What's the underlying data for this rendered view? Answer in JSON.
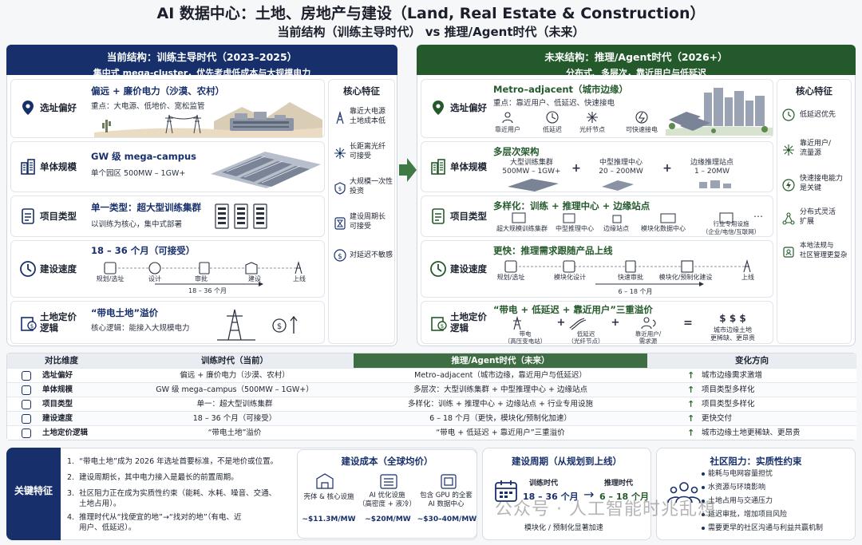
{
  "title": "AI 数据中心：土地、房地产与建设（Land, Real Estate & Construction）",
  "subtitle": "当前结构（训练主导时代） vs 推理/Agent时代（未来）",
  "left_panel": {
    "header1": "当前结构：训练主导时代（2023–2025）",
    "header2": "集中式 mega-cluster，优先考虑低成本与大规模电力",
    "rows": [
      {
        "label": "选址偏好",
        "head": "偏远 + 廉价电力（沙漠、农村）",
        "sub": "重点：大电源、低地价、宽松监管"
      },
      {
        "label": "单体规模",
        "head": "GW 级 mega-campus",
        "sub": "单个园区 500MW – 1GW+"
      },
      {
        "label": "项目类型",
        "head": "单一类型：超大型训练集群",
        "sub": "以训练为核心，集中式部署"
      },
      {
        "label": "建设速度",
        "head": "18 – 36 个月（可接受）",
        "steps": [
          "规划/选址",
          "设计",
          "审批",
          "建设",
          "上线"
        ],
        "span": "18 – 36 个月"
      },
      {
        "label": "土地定价逻辑",
        "head": "“带电土地”溢价",
        "sub": "核心逻辑：能接入大规模电力"
      }
    ],
    "core_title": "核心特征",
    "core_items": [
      "靠近大电源\n土地成本低",
      "长距离光纤\n可接受",
      "大规模一次性\n投资",
      "建设周期长\n可接受",
      "对延迟不敏感"
    ]
  },
  "right_panel": {
    "header1": "未来结构：推理/Agent时代（2026+）",
    "header2": "分布式、多层次，靠近用户与低延迟",
    "rows": [
      {
        "label": "选址偏好",
        "head": "Metro–adjacent（城市边缘）",
        "sub": "重点：靠近用户、低延迟、快速接电",
        "icons": [
          "靠近用户",
          "低延迟",
          "光纤节点",
          "可快速接电"
        ]
      },
      {
        "label": "单体规模",
        "head": "多层次架构",
        "tiers": [
          {
            "name": "大型训练集群",
            "size": "500MW – 1GW+"
          },
          {
            "name": "中型推理中心",
            "size": "20 – 200MW"
          },
          {
            "name": "边缘推理站点",
            "size": "1 – 20MW"
          }
        ],
        "plus": "+"
      },
      {
        "label": "项目类型",
        "head": "多样化：训练 + 推理中心 + 边缘站点",
        "types": [
          "超大规模训练集群",
          "中型推理中心",
          "边缘站点",
          "模块化数据中心",
          "行业专用设施\n（企业/电信/互联网）"
        ],
        "more": "⋯"
      },
      {
        "label": "建设速度",
        "head": "更快：推理需求跟随产品上线",
        "steps": [
          "规划/选址",
          "模块化设计",
          "快速审批",
          "模块化/预制化建设",
          "上线"
        ],
        "span": "6 – 18 个月"
      },
      {
        "label": "土地定价逻辑",
        "head": "“带电 + 低延迟 + 靠近用户”三重溢价",
        "parts": [
          "带电\n（高压变电站）",
          "低延迟\n（光纤节点）",
          "靠近用户/\n需求源"
        ],
        "result_sym": "$ $ $",
        "result": "城市边缘土地\n更稀缺、更昂贵",
        "eq": "="
      }
    ],
    "core_title": "核心特征",
    "core_items": [
      "低延迟优先",
      "靠近用户/\n流量源",
      "快速接电能力\n是关键",
      "分布式灵活\n扩展",
      "本地法规与\n社区管理更复杂"
    ]
  },
  "table": {
    "headers": [
      "对比维度",
      "训练时代（当前）",
      "推理/Agent时代（未来）",
      "变化方向"
    ],
    "rows": [
      [
        "选址偏好",
        "偏远 + 廉价电力（沙漠、农村）",
        "Metro–adjacent（城市边缘，靠近用户与低延迟）",
        "城市边缘需求激增"
      ],
      [
        "单体规模",
        "GW 级 mega–campus（500MW – 1GW+）",
        "多层次：大型训练集群 + 中型推理中心 + 边缘站点",
        "项目类型多样化"
      ],
      [
        "项目类型",
        "单一：超大型训练集群",
        "多样化：训练 + 推理中心 + 边缘站点 + 行业专用设施",
        "项目类型多样化"
      ],
      [
        "建设速度",
        "18 – 36 个月（可接受）",
        "6 – 18 个月（更快，模块化/预制化加速）",
        "更快交付"
      ],
      [
        "土地定价逻辑",
        "“带电土地”溢价",
        "“带电 + 低延迟 + 靠近用户”三重溢价",
        "城市边缘土地更稀缺、更昂贵"
      ]
    ]
  },
  "key": {
    "label": "关键特征",
    "items": [
      "1.  “带电土地”成为 2026 年选址首要标准，不是地价或位置。",
      "2.  建设周期长，其中电力接入是最长的前置周期。",
      "3.  社区阻力正在成为实质性约束（能耗、水耗、噪音、交通、\n     土地占用）。",
      "4.  推理时代从“找便宜的地”→“找对的地”（有电、近\n     用户、低延迟）。"
    ]
  },
  "cost": {
    "title": "建设成本（全球均价）",
    "cols": [
      {
        "label": "壳体 & 核心设施",
        "value": "~$11.3M/MW"
      },
      {
        "label": "AI 优化设施\n（高密度 + 液冷）",
        "value": "~$20M/MW"
      },
      {
        "label": "包含 GPU 的全套\nAI 数据中心",
        "value": "~$30–40M/MW"
      }
    ]
  },
  "cycle": {
    "title": "建设周期（从规划到上线）",
    "train_label": "训练时代",
    "train_value": "18 – 36 个月",
    "infer_label": "推理时代",
    "infer_value": "6 – 18 个月",
    "note": "模块化 / 预制化显著加速"
  },
  "community": {
    "title": "社区阻力：实质性约束",
    "items": [
      "能耗与电网容量担忧",
      "水资源与环境影响",
      "土地占用与交通压力",
      "延迟审批，增加项目风险",
      "需要更早的社区沟通与利益共赢机制"
    ]
  },
  "watermark": "公众号 · 人工智能时兆乱想",
  "colors": {
    "blue": "#17306b",
    "green": "#245a2b",
    "up_arrow": "#2f6b2f"
  }
}
